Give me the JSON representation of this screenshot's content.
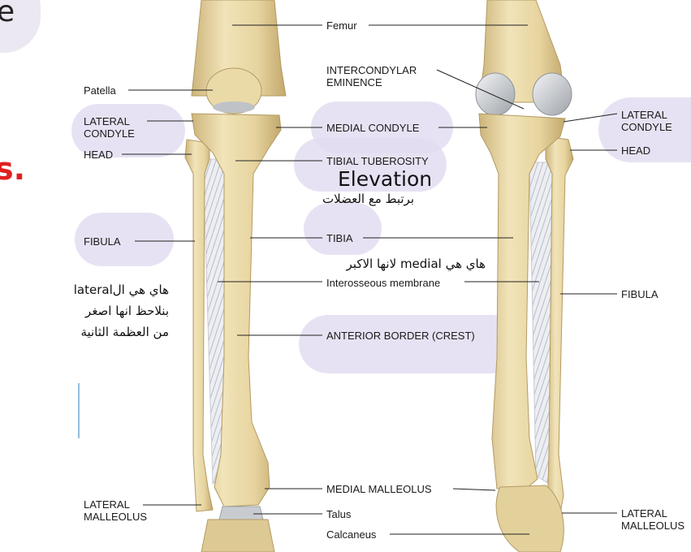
{
  "slide_fragments": {
    "title_fragment": "e",
    "red_fragment": "s."
  },
  "labels": {
    "femur": "Femur",
    "patella": "Patella",
    "lateral_condyle_left_1": "LATERAL",
    "lateral_condyle_left_2": "CONDYLE",
    "head_left": "HEAD",
    "intercondylar_1": "INTERCONDYLAR",
    "intercondylar_2": "EMINENCE",
    "medial_condyle": "MEDIAL CONDYLE",
    "tibial_tuberosity": "TIBIAL TUBEROSITY",
    "lateral_condyle_right_1": "LATERAL",
    "lateral_condyle_right_2": "CONDYLE",
    "head_right": "HEAD",
    "fibula_left": "FIBULA",
    "tibia": "TIBIA",
    "interosseous": "Interosseous membrane",
    "fibula_right": "FIBULA",
    "anterior_border": "ANTERIOR BORDER (CREST)",
    "medial_malleolus": "MEDIAL MALLEOLUS",
    "lateral_malleolus_left_1": "LATERAL",
    "lateral_malleolus_left_2": "MALLEOLUS",
    "talus": "Talus",
    "calcaneus": "Calcaneus",
    "lateral_malleolus_right_1": "LATERAL",
    "lateral_malleolus_right_2": "MALLEOLUS"
  },
  "annotations": {
    "elevation": "Elevation",
    "muscles_note": "برتبط مع العضلات",
    "medial_note": "هاي هي medial لانها الاكبر",
    "lateral_note_1": "هاي هي الlateral",
    "lateral_note_2": "بنلاحظ انها اصغر",
    "lateral_note_3": "من العظمة الثانية"
  },
  "colors": {
    "highlight": "#e2dcf0",
    "bone": "#ecdcae",
    "bone_shadow": "#c9b27a",
    "cartilage": "#c4c8cc",
    "membrane": "#e8e9ee",
    "red_text": "#e02020"
  }
}
